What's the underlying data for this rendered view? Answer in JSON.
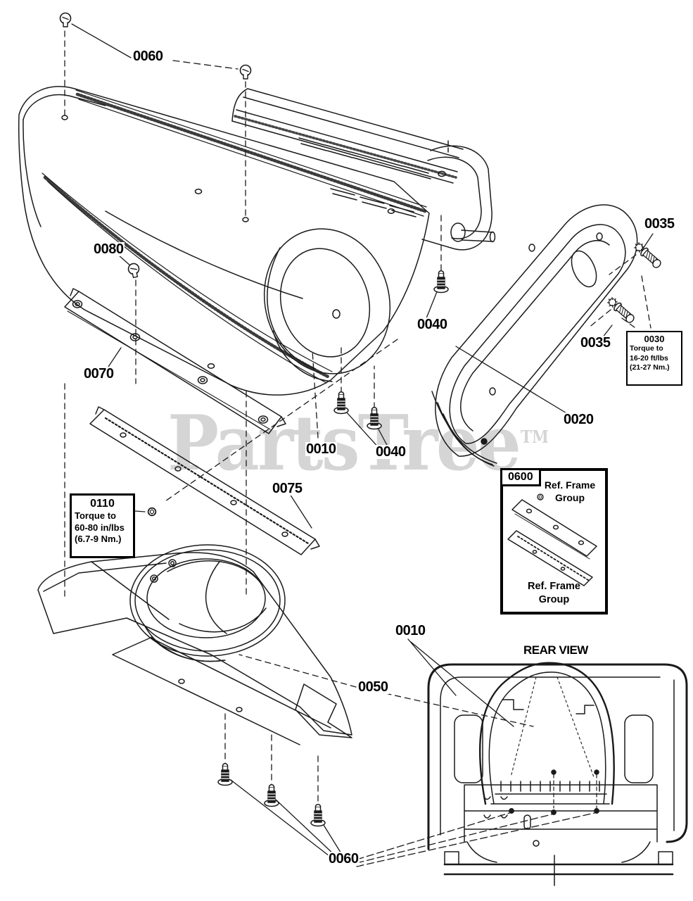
{
  "watermark": {
    "text": "PartsTree",
    "tm": "TM",
    "color": "#d5d5d5"
  },
  "colors": {
    "line": "#1a1a1a",
    "background": "#ffffff"
  },
  "rear_view_title": "REAR VIEW",
  "callouts": {
    "c0060_top": "0060",
    "c0080": "0080",
    "c0070": "0070",
    "c0075": "0075",
    "c0010_mid": "0010",
    "c0040_mid": "0040",
    "c0040_up": "0040",
    "c0035_top": "0035",
    "c0035_low": "0035",
    "c0020": "0020",
    "c0050": "0050",
    "c0010_rear": "0010",
    "c0060_bot": "0060"
  },
  "torque_boxes": {
    "b0110": {
      "label": "0110",
      "line1": "Torque to",
      "line2": "60-80 in/lbs",
      "line3": "(6.7-9 Nm.)"
    },
    "b0030": {
      "label": "0030",
      "line1": "Torque to",
      "line2": "16-20 ft/lbs",
      "line3": "(21-27 Nm.)"
    }
  },
  "ref_box": {
    "label": "0600",
    "caption_line1": "Ref. Frame",
    "caption_line2": "Group",
    "bottom_line1": "Ref. Frame",
    "bottom_line2": "Group"
  }
}
